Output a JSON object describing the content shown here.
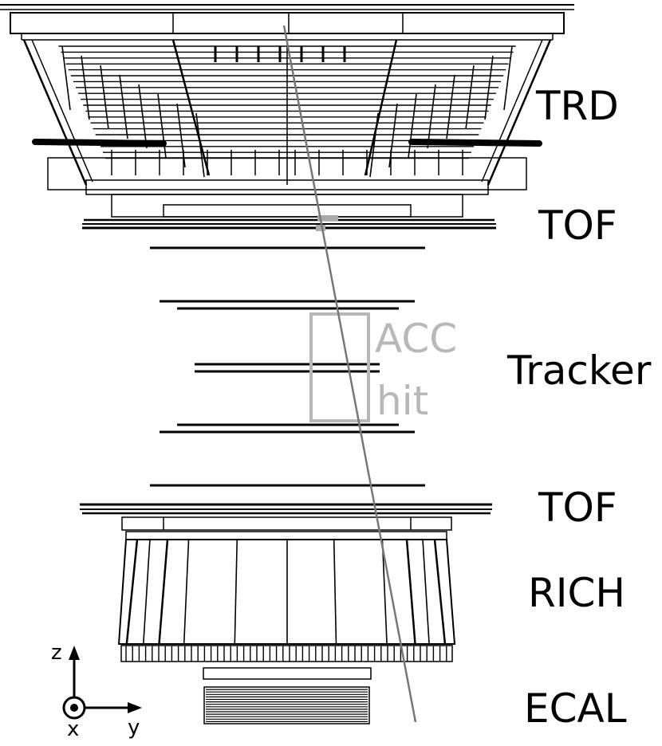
{
  "labels": {
    "trd": "TRD",
    "tof_upper": "TOF",
    "tracker": "Tracker",
    "tof_lower": "TOF",
    "rich": "RICH",
    "ecal": "ECAL"
  },
  "annotation": {
    "acc_line1": "ACC",
    "acc_line2": "hit",
    "color": "#b8b8b8"
  },
  "axes": {
    "z": "z",
    "x": "x",
    "y": "y"
  },
  "colors": {
    "ink": "#000000",
    "track": "#777777",
    "hit": "#aaaaaa"
  }
}
